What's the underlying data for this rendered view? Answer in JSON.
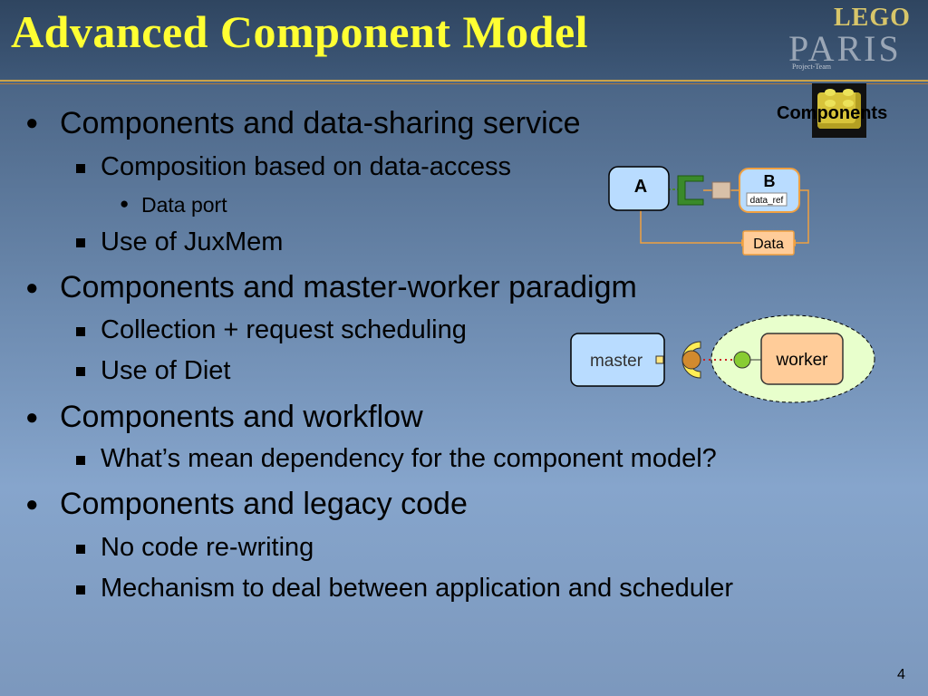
{
  "slide": {
    "title": "Advanced Component Model",
    "page_number": "4"
  },
  "logo": {
    "lego": "LEGO",
    "paris": "PARIS",
    "team": "Project-Team"
  },
  "badge": {
    "label": "Components"
  },
  "bullets": [
    {
      "text": "Components and data-sharing service"
    },
    {
      "text": "Composition based on data-access"
    },
    {
      "text": "Data port"
    },
    {
      "text": "Use of JuxMem"
    },
    {
      "text": "Components and master-worker paradigm"
    },
    {
      "text": "Collection + request scheduling"
    },
    {
      "text": "Use of Diet"
    },
    {
      "text": "Components and workflow"
    },
    {
      "text": "What’s mean dependency for the component model?"
    },
    {
      "text": "Components and legacy code"
    },
    {
      "text": "No code re-writing"
    },
    {
      "text": "Mechanism to deal between application and scheduler"
    }
  ],
  "diagram1": {
    "a_label": "A",
    "b_label": "B",
    "port_label": "data_ref",
    "data_label": "Data"
  },
  "diagram2": {
    "master_label": "master",
    "worker_label": "worker"
  },
  "colors": {
    "title": "#ffff33",
    "box_blue": "#b9dcff",
    "box_orange": "#ffcc99",
    "cloud_green": "#e8ffcc"
  }
}
